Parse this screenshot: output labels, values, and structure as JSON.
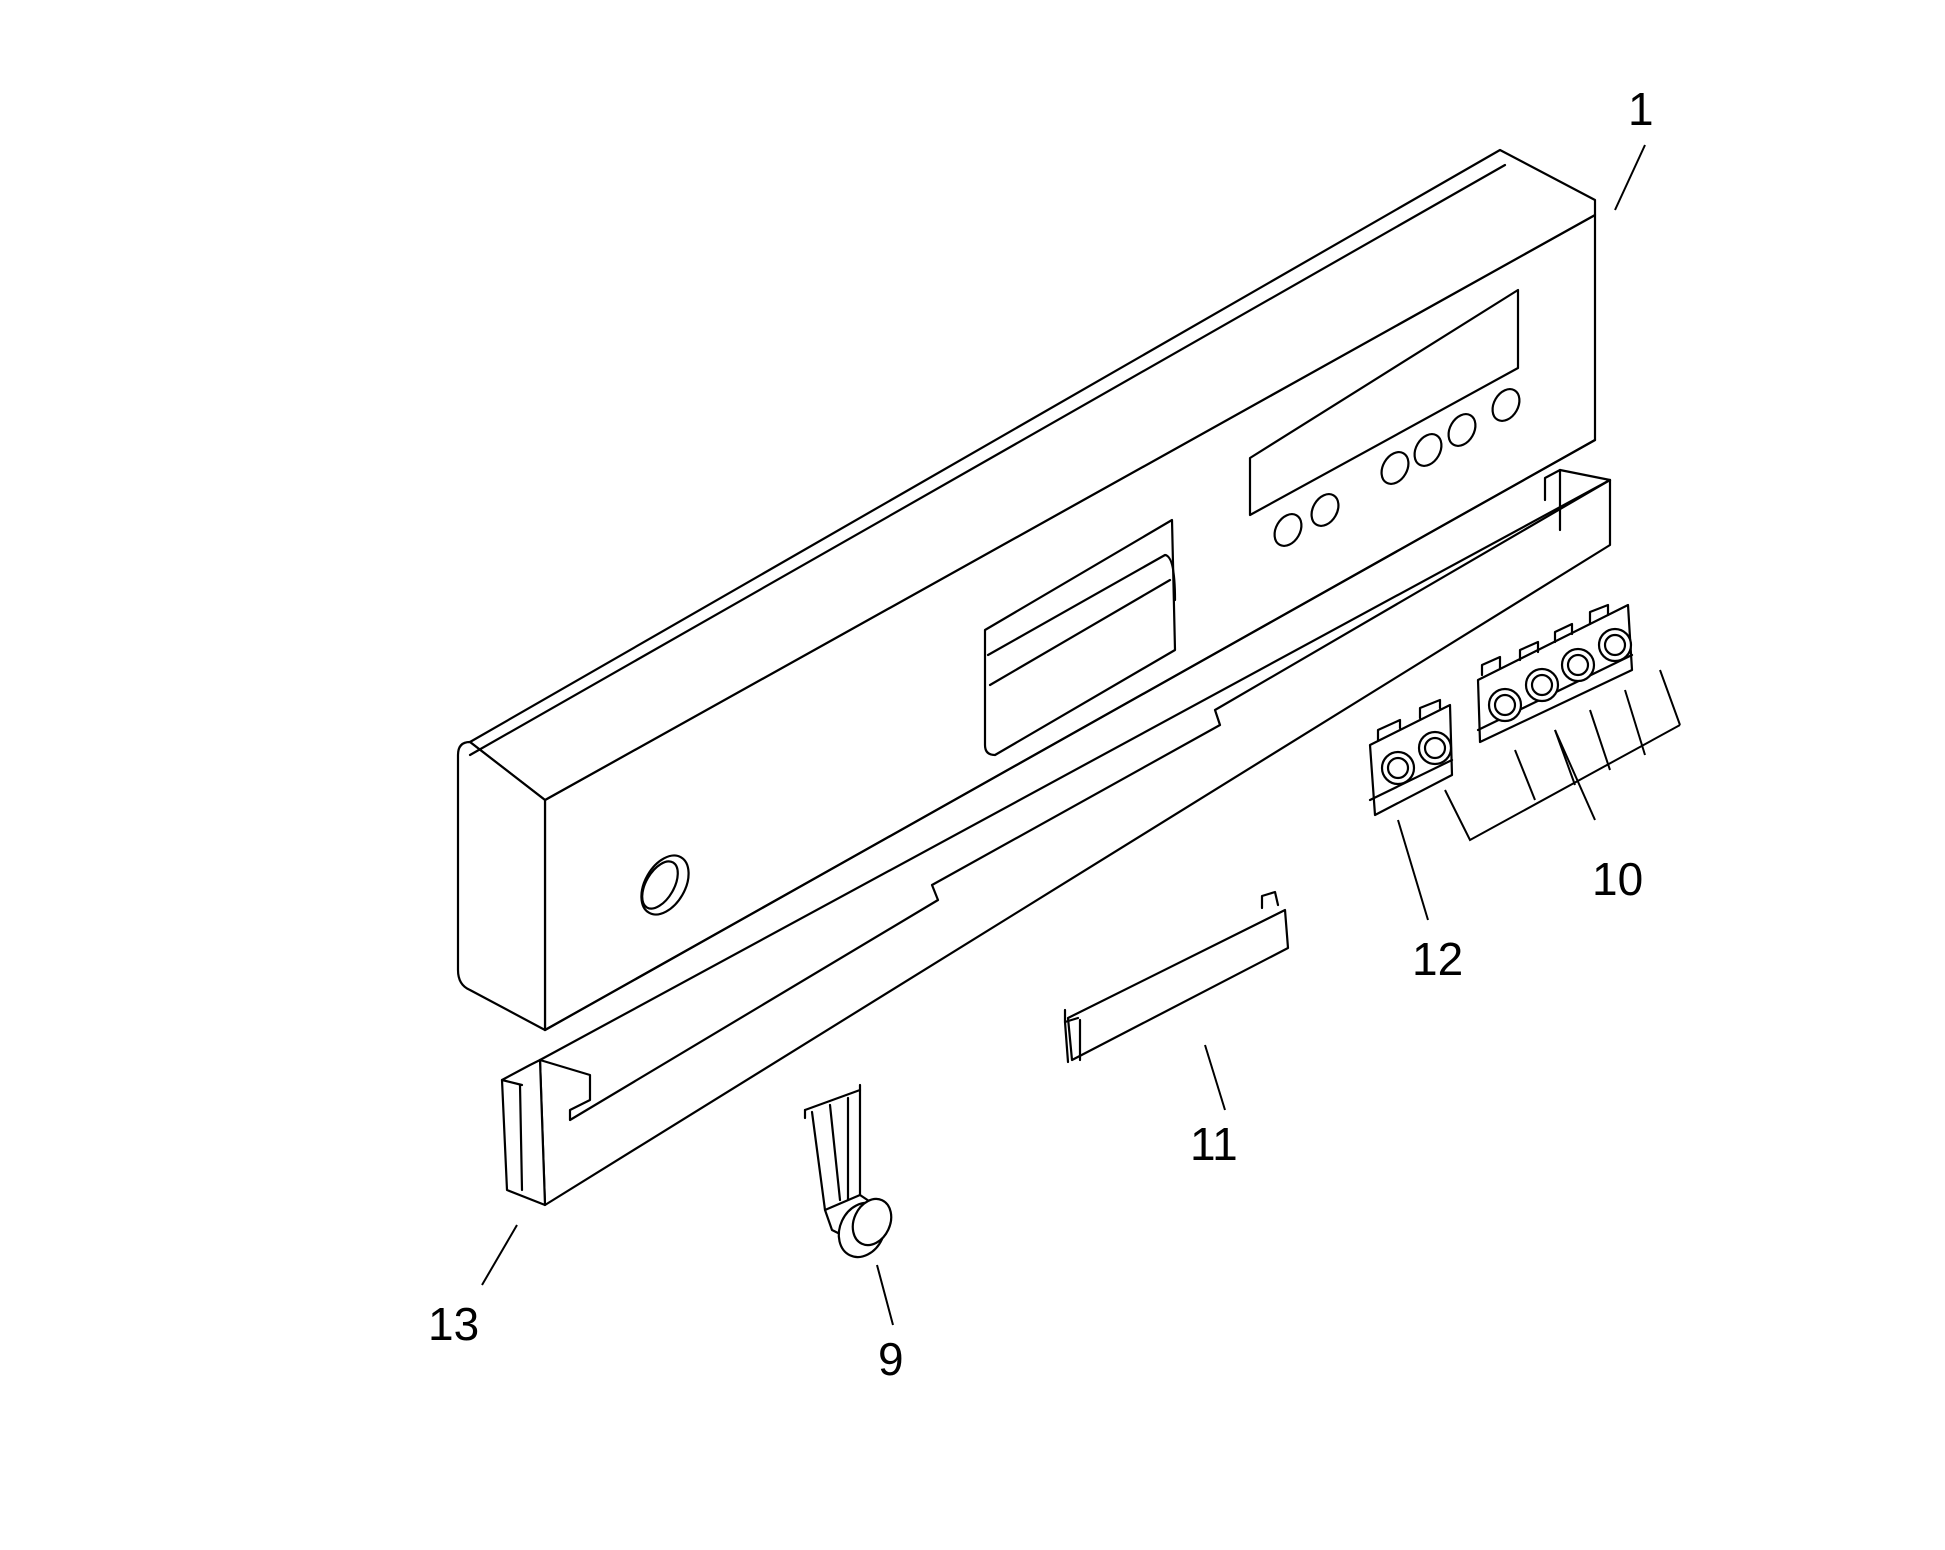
{
  "callouts": [
    {
      "id": "1",
      "label": "1"
    },
    {
      "id": "9",
      "label": "9"
    },
    {
      "id": "10",
      "label": "10"
    },
    {
      "id": "11",
      "label": "11"
    },
    {
      "id": "12",
      "label": "12"
    },
    {
      "id": "13",
      "label": "13"
    }
  ],
  "colors": {
    "line": "#000000",
    "background": "#ffffff"
  }
}
